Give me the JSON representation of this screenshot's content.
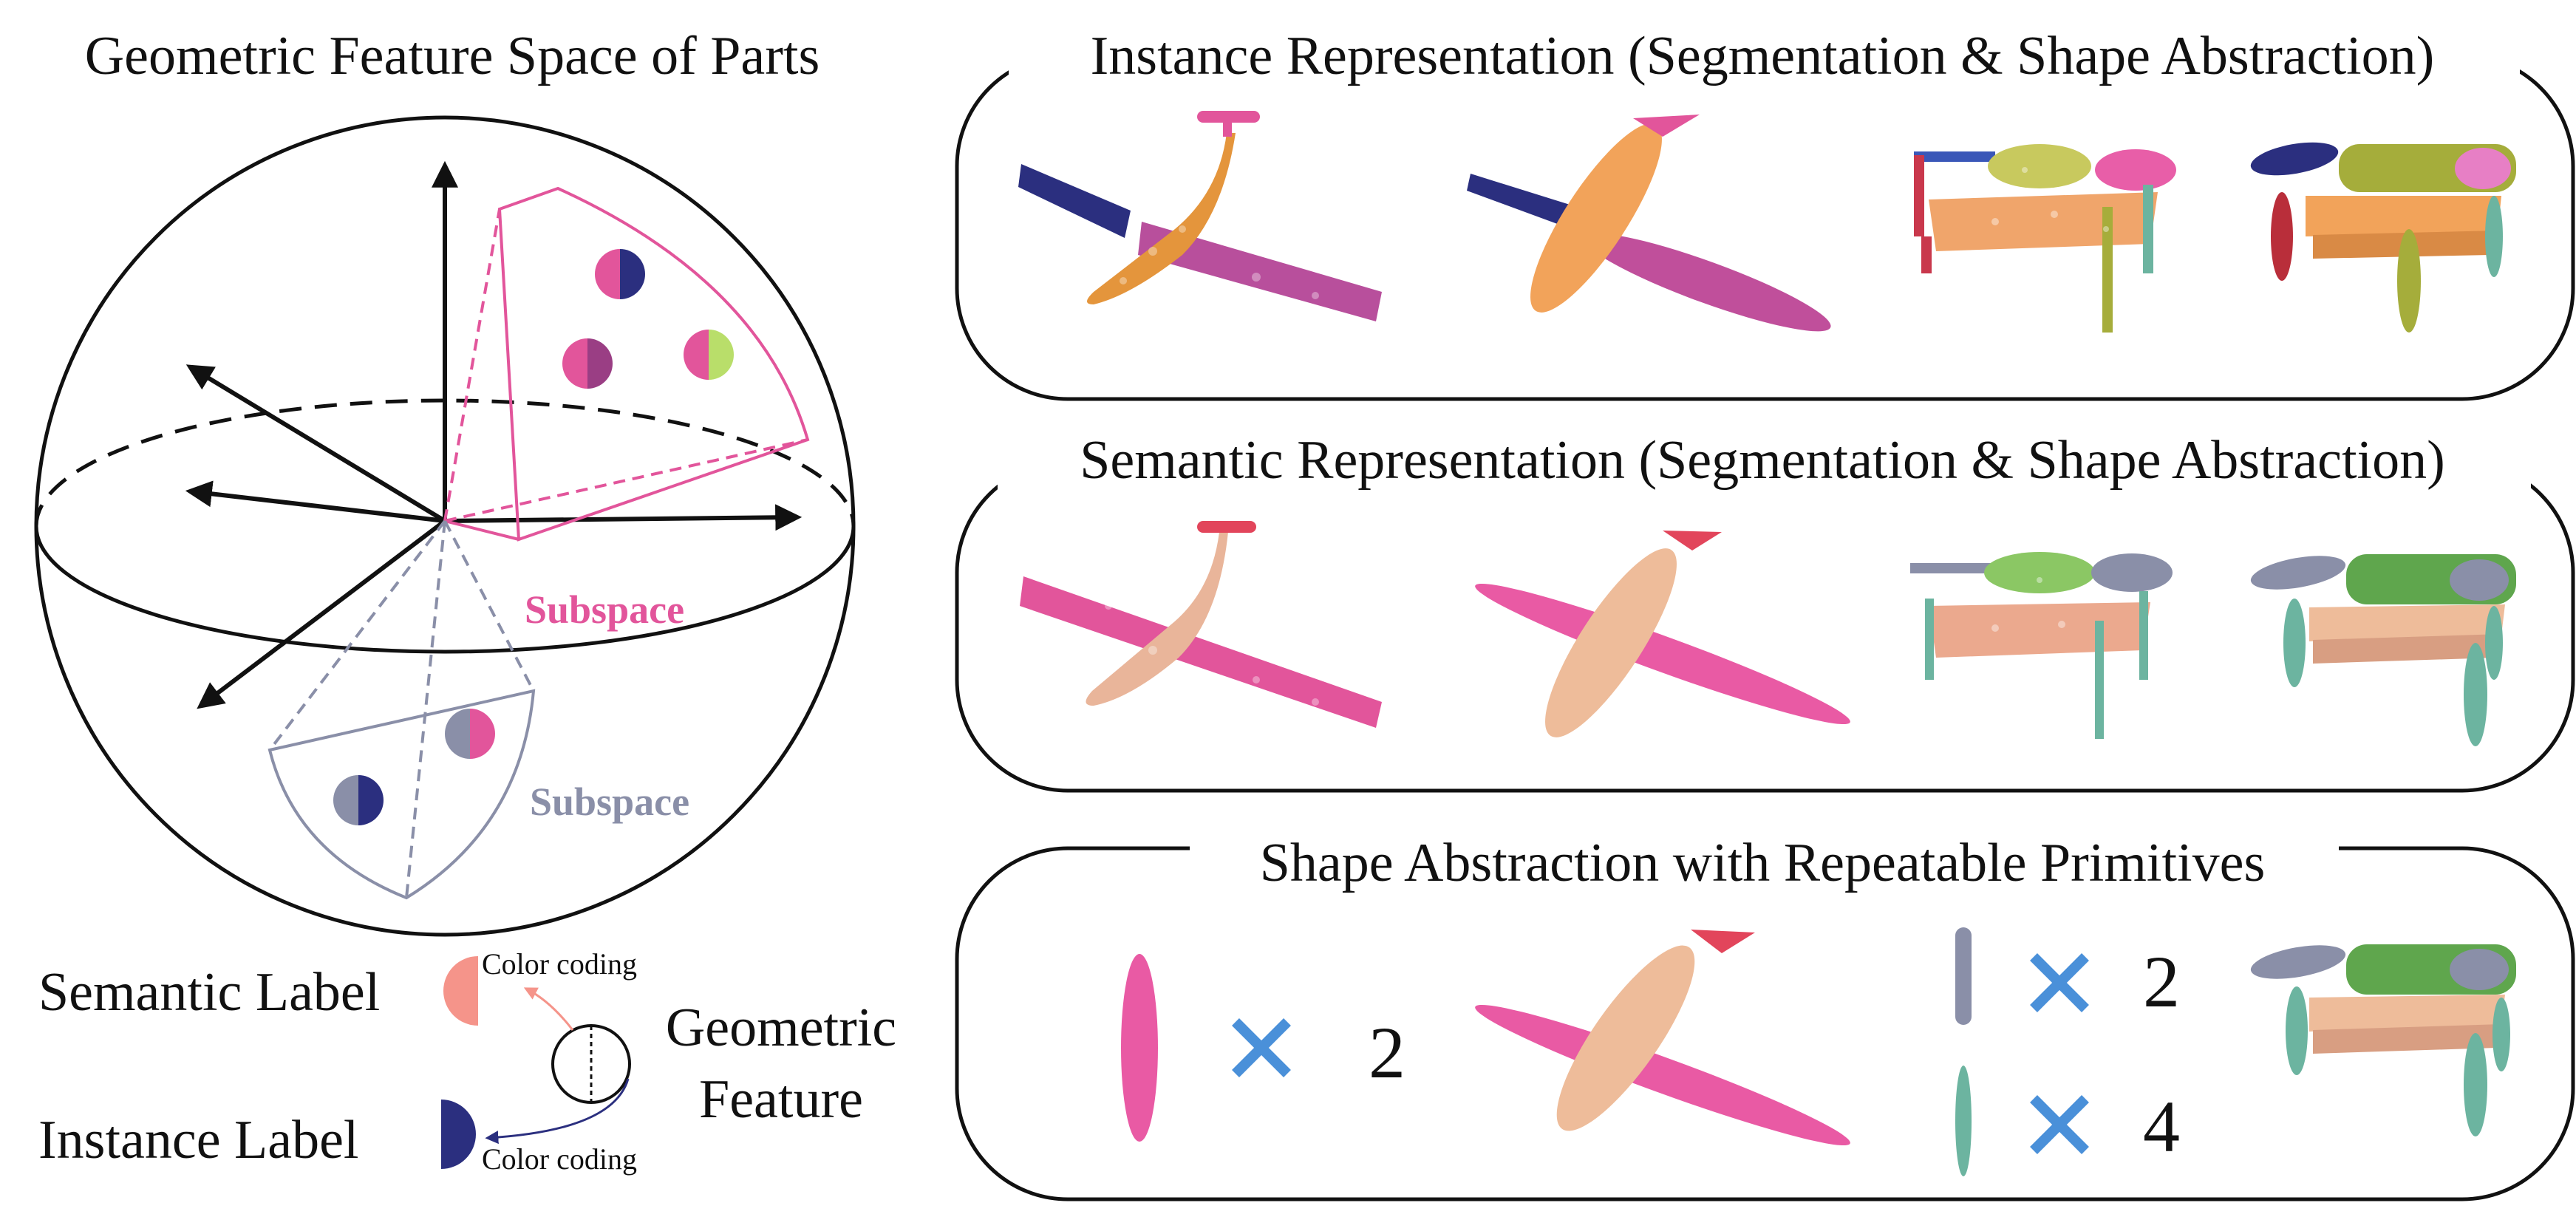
{
  "left_panel": {
    "title": "Geometric Feature Space of Parts",
    "subspace_pink_label": "Subspace",
    "subspace_grey_label": "Subspace",
    "legend": {
      "semantic_label": "Semantic Label",
      "instance_label": "Instance Label",
      "color_coding_top": "Color coding",
      "color_coding_bottom": "Color coding",
      "geometric_line1": "Geometric",
      "geometric_line2": "Feature"
    }
  },
  "panels": [
    {
      "title": "Instance Representation (Segmentation & Shape Abstraction)"
    },
    {
      "title": "Semantic Representation (Segmentation & Shape Abstraction)"
    },
    {
      "title": "Shape Abstraction with Repeatable Primitives"
    }
  ],
  "repeat_counts": {
    "pink_primitive": "2",
    "grey_primitive": "2",
    "green_primitive": "4"
  },
  "colors": {
    "pink": "#e2559b",
    "magenta": "#c04f9b",
    "navy": "#2b2f7f",
    "grey": "#8a8fa8",
    "orange": "#f2a35a",
    "peach": "#eebc9a",
    "olive": "#a6ad3b",
    "green": "#6cae8a",
    "salmon": "#f5948a",
    "cross_blue": "#4a90d9"
  }
}
